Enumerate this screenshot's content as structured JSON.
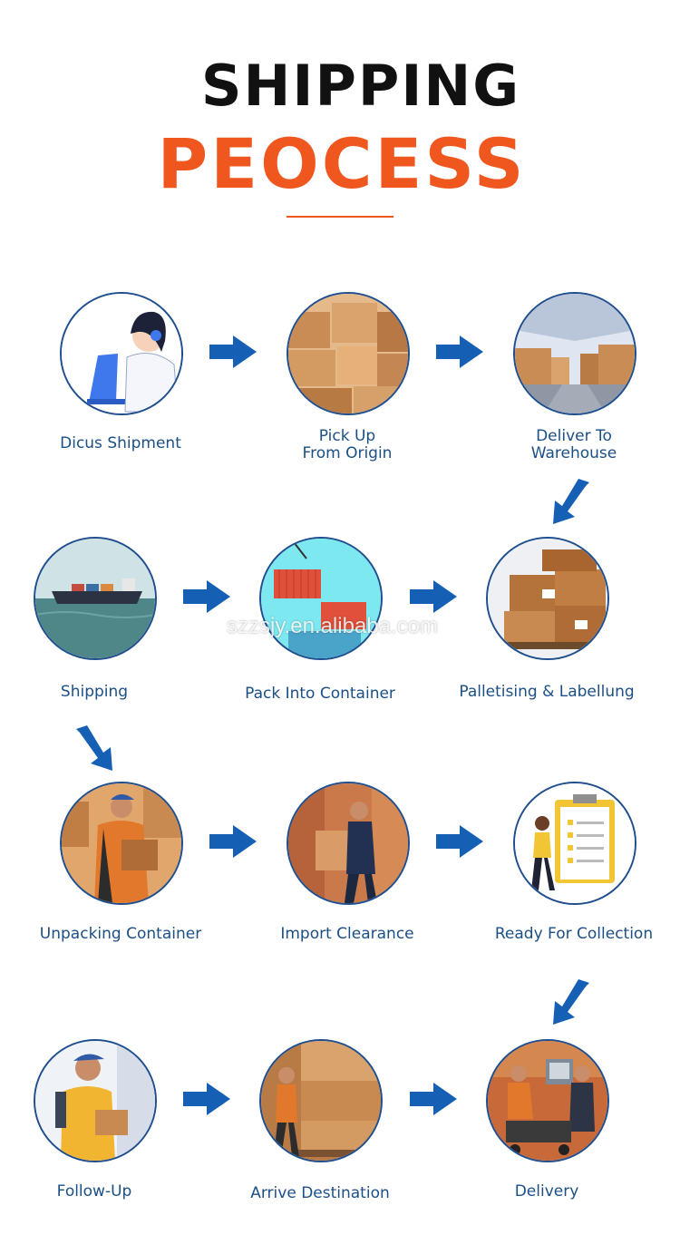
{
  "header": {
    "title_line1": "SHIPPING",
    "title_line2": "PEOCESS"
  },
  "steps": [
    {
      "label": "Dicus Shipment"
    },
    {
      "label": "Pick Up\nFrom Origin"
    },
    {
      "label": "Deliver To\nWarehouse"
    },
    {
      "label": "Shipping"
    },
    {
      "label": "Pack Into Container"
    },
    {
      "label": "Palletising & Labellung"
    },
    {
      "label": "Unpacking Container"
    },
    {
      "label": "Import Clearance"
    },
    {
      "label": "Ready For Collection"
    },
    {
      "label": "Follow-Up"
    },
    {
      "label": "Arrive Destination"
    },
    {
      "label": "Delivery"
    }
  ],
  "watermark": "szzsjy.en.alibaba.com",
  "colors": {
    "title_dark": "#111111",
    "title_accent": "#f0571f",
    "arrow_blue": "#1560b5",
    "label_blue": "#1b4f86",
    "circle_border": "#1f4f8f"
  },
  "icons": {
    "step_arrow": "right-arrow-icon",
    "turn_arrow": "down-left-arrow-icon"
  }
}
